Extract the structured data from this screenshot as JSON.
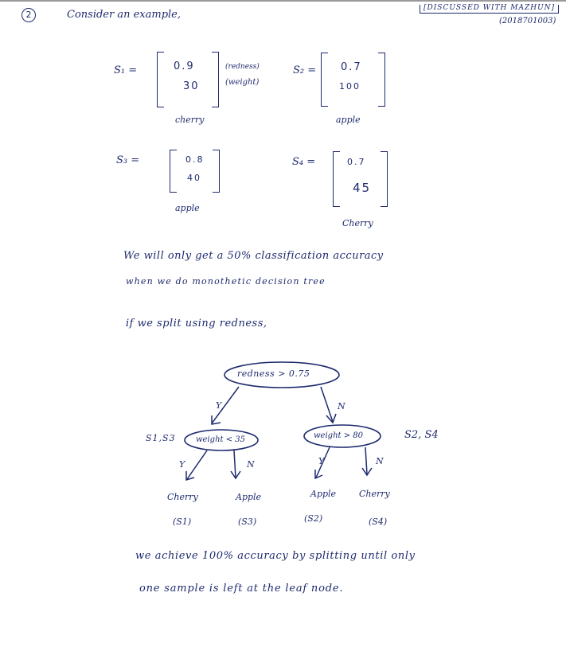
{
  "header": {
    "question_number": "2",
    "intro": "Consider an example,",
    "note_line1": "[DISCUSSED WITH MAZHUN]",
    "note_line2": "(2018701003)"
  },
  "samples": [
    {
      "label": "S₁ =",
      "redness": "0.9",
      "weight": "30",
      "class": "cherry",
      "ann_redness": "(redness)",
      "ann_weight": "(weight)"
    },
    {
      "label": "S₂ =",
      "redness": "0.7",
      "weight": "100",
      "class": "apple"
    },
    {
      "label": "S₃ =",
      "redness": "0.8",
      "weight": "40",
      "class": "apple"
    },
    {
      "label": "S₄ =",
      "redness": "0.7",
      "weight": "45",
      "class": "Cherry"
    }
  ],
  "text": {
    "line1": "We will only get a 50% classification accuracy",
    "line2": "when we do monothetic decision tree",
    "line3": "if we split using redness,",
    "conclusion1": "we achieve 100% accuracy by splitting until only",
    "conclusion2": "one sample is left at the leaf node."
  },
  "tree": {
    "root": "redness > 0.75",
    "left_branch": "Y",
    "right_branch": "N",
    "left_node": "weight < 35",
    "left_samples": "S1,S3",
    "right_node": "weight > 80",
    "right_samples": "S2, S4",
    "left_yes": "Y",
    "left_no": "N",
    "right_yes": "Y",
    "right_no": "N",
    "leaves": [
      {
        "label": "Cherry",
        "sample": "(S1)"
      },
      {
        "label": "Apple",
        "sample": "(S3)"
      },
      {
        "label": "Apple",
        "sample": "(S2)"
      },
      {
        "label": "Cherry",
        "sample": "(S4)"
      }
    ]
  },
  "colors": {
    "ink": "#1e2a6e",
    "topbar": "#9a9a9a"
  }
}
